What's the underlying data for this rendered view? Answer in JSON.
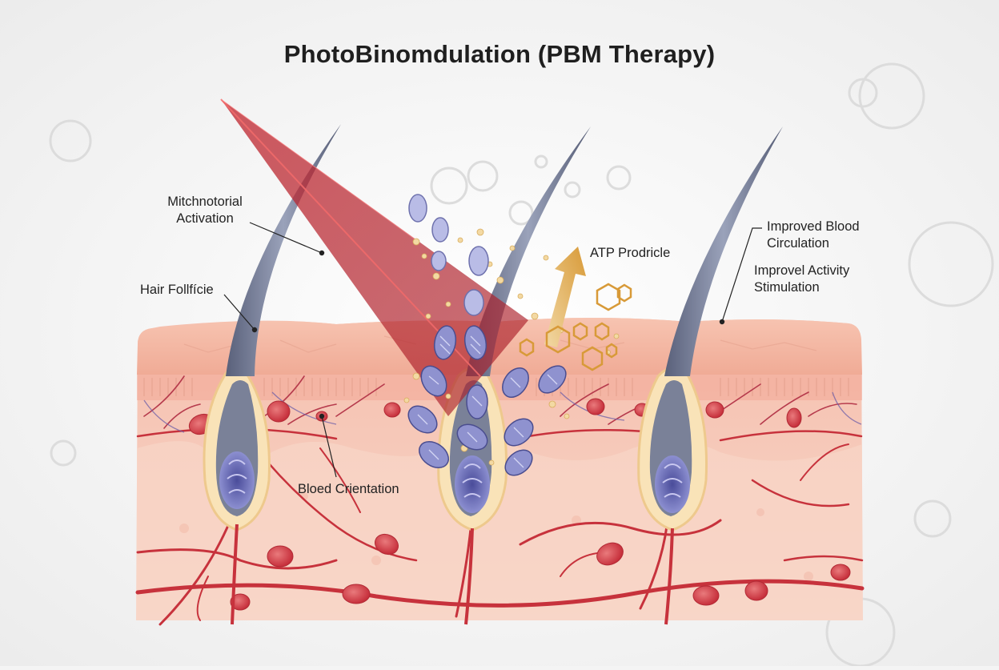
{
  "title": "PhotoBinomdulation (PBM Therapy)",
  "labels": {
    "mitochondrial_activation": [
      "Mitchnotorial",
      "Activation"
    ],
    "hair_follicle": "Hair Follfície",
    "atp_production": "ATP Prodricle",
    "improved_blood_circulation": [
      "Improved Blood",
      "Circulation"
    ],
    "improved_activity_stimulation": [
      "Improvel Activity",
      "Stimulation"
    ],
    "blood_circulation": "Bloed Crientation"
  },
  "colors": {
    "background": "#f4f4f4",
    "skin_top": "#f3b8a4",
    "skin_deep": "#f6cdbd",
    "laser": "#b3242e",
    "hair": "#6f7790",
    "vessel": "#c7323c",
    "mitochondria": "#7d7fb8",
    "atp": "#d9a441"
  }
}
